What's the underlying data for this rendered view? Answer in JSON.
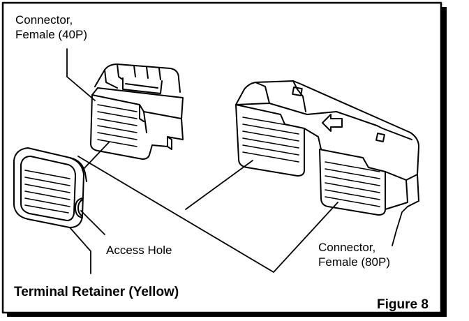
{
  "labels": {
    "connector_40p": {
      "line1": "Connector,",
      "line2": "Female (40P)"
    },
    "connector_80p": {
      "line1": "Connector,",
      "line2": "Female (80P)"
    },
    "access_hole": "Access Hole",
    "terminal_retainer": "Terminal Retainer  (Yellow)",
    "figure": "Figure 8"
  },
  "colors": {
    "ink": "#000000",
    "paper": "#ffffff"
  }
}
